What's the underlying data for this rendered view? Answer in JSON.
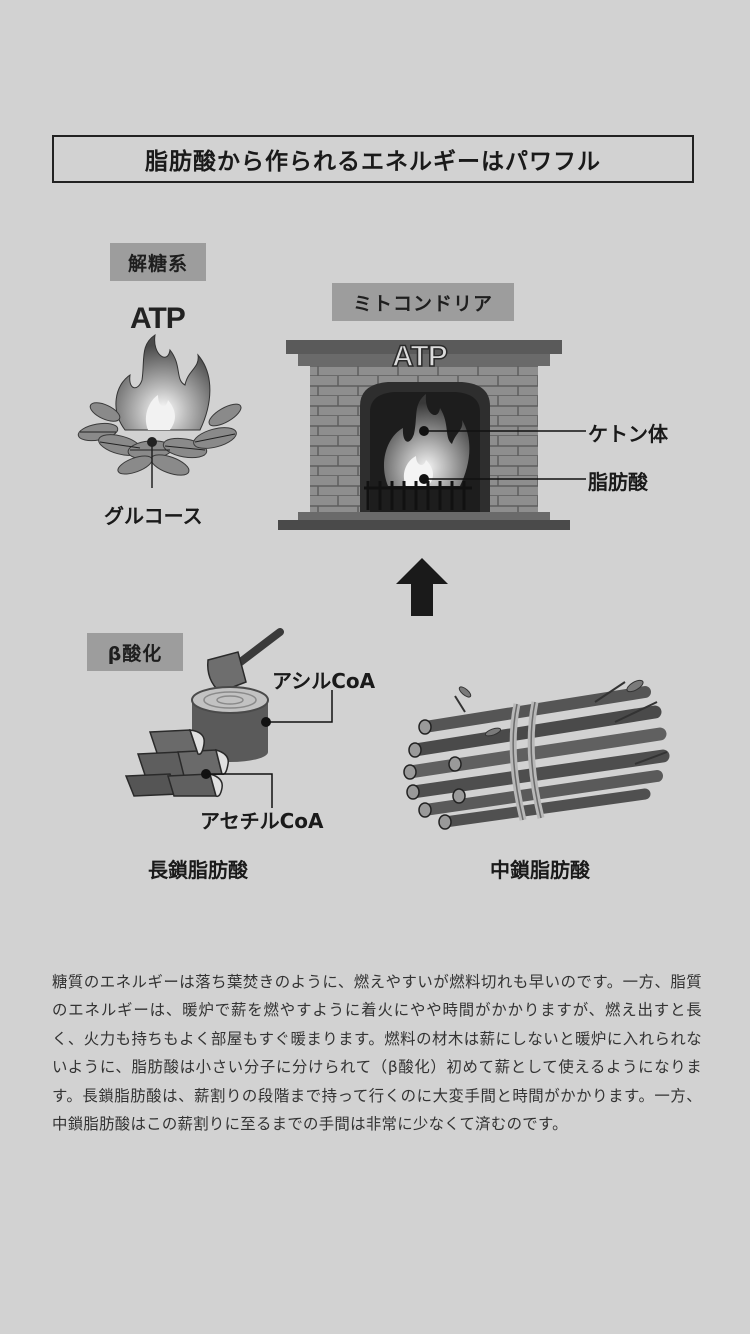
{
  "title": "脂肪酸から作られるエネルギーはパワフル",
  "tags": {
    "glycolysis": "解糖系",
    "mitochondria": "ミトコンドリア",
    "beta_oxidation": "β酸化"
  },
  "labels": {
    "atp_campfire": "ATP",
    "atp_fireplace": "ATP",
    "glucose": "グルコース",
    "ketone_body": "ケトン体",
    "fatty_acid": "脂肪酸",
    "acyl_coa": "アシルCoA",
    "acetyl_coa": "アセチルCoA",
    "long_chain": "長鎖脂肪酸",
    "medium_chain": "中鎖脂肪酸"
  },
  "body": "糖質のエネルギーは落ち葉焚きのように、燃えやすいが燃料切れも早いのです。一方、脂質のエネルギーは、暖炉で薪を燃やすように着火にやや時間がかかりますが、燃え出すと長く、火力も持ちもよく部屋もすぐ暖まります。燃料の材木は薪にしないと暖炉に入れられないように、脂肪酸は小さい分子に分けられて（β酸化）初めて薪として使えるようになります。長鎖脂肪酸は、薪割りの段階まで持って行くのに大変手間と時間がかかります。一方、中鎖脂肪酸はこの薪割りに至るまでの手間は非常に少なくて済むのです。"
}
